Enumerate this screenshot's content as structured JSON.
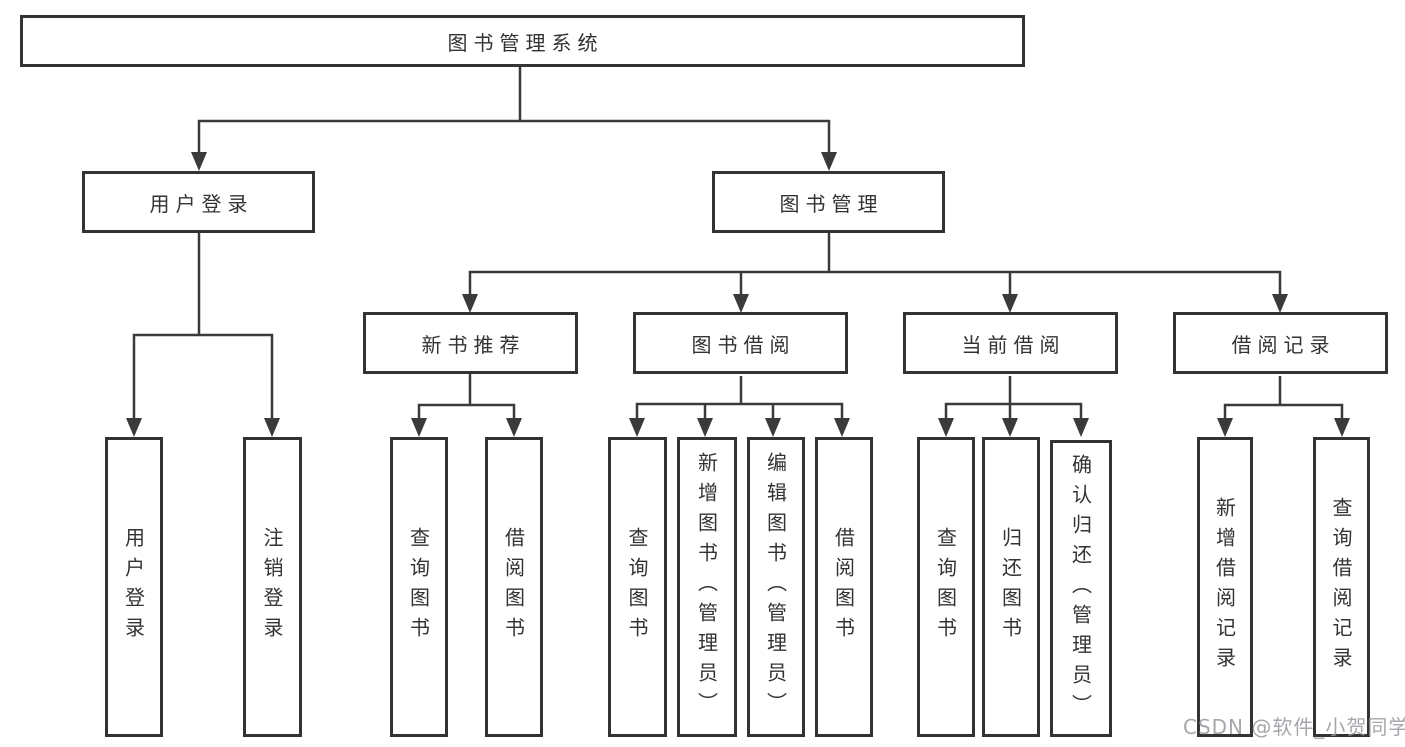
{
  "diagram": {
    "root": {
      "label": "图书管理系统"
    },
    "level2": {
      "user_login": {
        "label": "用户登录"
      },
      "book_mgmt": {
        "label": "图书管理"
      }
    },
    "level3": {
      "new_books": {
        "label": "新书推荐"
      },
      "book_borrow": {
        "label": "图书借阅"
      },
      "current_borrow": {
        "label": "当前借阅"
      },
      "borrow_records": {
        "label": "借阅记录"
      }
    },
    "leaves": {
      "user_login": [
        "用户登录",
        "注销登录"
      ],
      "new_books": [
        "查询图书",
        "借阅图书"
      ],
      "book_borrow": [
        "查询图书",
        "新增图书（管理员）",
        "编辑图书（管理员）",
        "借阅图书"
      ],
      "current_borrow": [
        "查询图书",
        "归还图书",
        "确认归还（管理员）"
      ],
      "borrow_records": [
        "新增借阅记录",
        "查询借阅记录"
      ]
    }
  },
  "watermark": {
    "text": "CSDN @软件_小贺同学"
  },
  "colors": {
    "line": "#3a3a3a",
    "border": "#333333",
    "text": "#333333",
    "watermark": "#96989e",
    "background": "#ffffff"
  }
}
